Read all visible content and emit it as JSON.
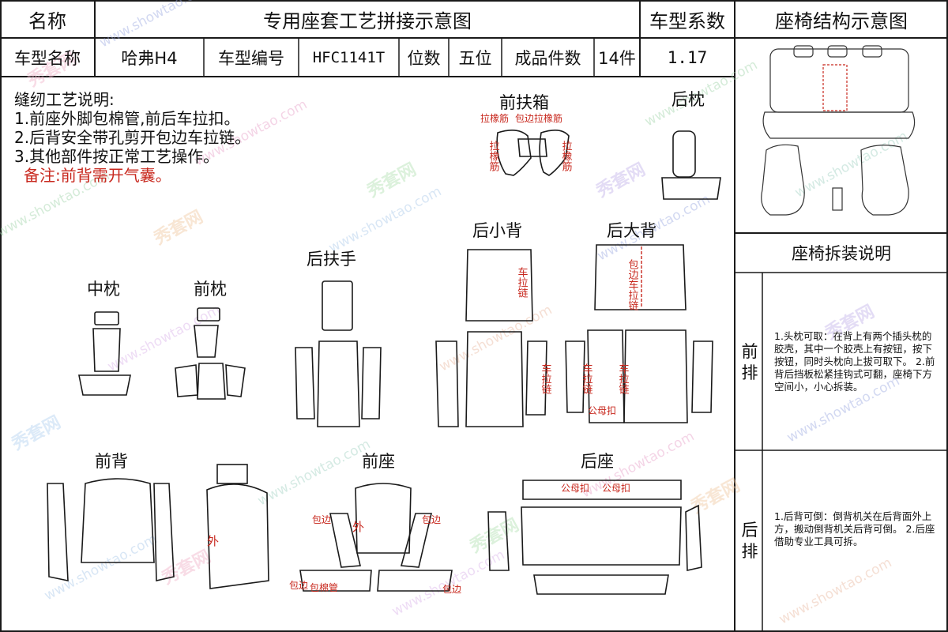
{
  "header": {
    "name_label": "名称",
    "title": "专用座套工艺拼接示意图",
    "coef_label": "车型系数",
    "struct_label": "座椅结构示意图"
  },
  "info": {
    "model_name_label": "车型名称",
    "model_name": "哈弗H4",
    "model_code_label": "车型编号",
    "model_code": "HFC1141T",
    "seats_label": "位数",
    "seats": "五位",
    "parts_label": "成品件数",
    "parts": "14件",
    "coefficient": "1.17"
  },
  "notes": {
    "title": "缝纫工艺说明:",
    "items": [
      "1.前座外脚包棉管,前后车拉扣。",
      "2.后背安全带孔剪开包边车拉链。",
      "3.其他部件按正常工艺操作。"
    ],
    "remark": "备注:前背需开气囊。"
  },
  "parts": {
    "front_armrest": "前扶箱",
    "rear_pillow": "后枕",
    "rear_small_back": "后小背",
    "rear_big_back": "后大背",
    "rear_armrest": "后扶手",
    "middle_pillow": "中枕",
    "front_pillow": "前枕",
    "front_back": "前背",
    "front_seat": "前座",
    "rear_seat": "后座"
  },
  "annotations": {
    "elastic": "拉橡筋",
    "edge": "包边",
    "elastic_vertical": "拉橡筋",
    "zipper_vertical": "车拉链",
    "edge_zipper_vertical": "包边车拉链",
    "male_buckle": "公母扣",
    "outside": "外",
    "cotton_tube": "包棉管"
  },
  "sidebar": {
    "disassembly_title": "座椅拆装说明",
    "front_row_label": "前排",
    "front_row_text": "1.头枕可取：在背上有两个插头枕的胶壳，其中一个胶壳上有按钮，按下按钮，同时头枕向上拔可取下。 2.前背后挡板松紧挂钩式可翻，座椅下方空间小，小心拆装。",
    "rear_row_label": "后排",
    "rear_row_text": "1.后背可倒：倒背机关在后背面外上方，搬动倒背机关后背可倒。 2.后座借助专业工具可拆。"
  },
  "watermark": {
    "brand": "秀套网",
    "url": "www.showtao.com"
  }
}
